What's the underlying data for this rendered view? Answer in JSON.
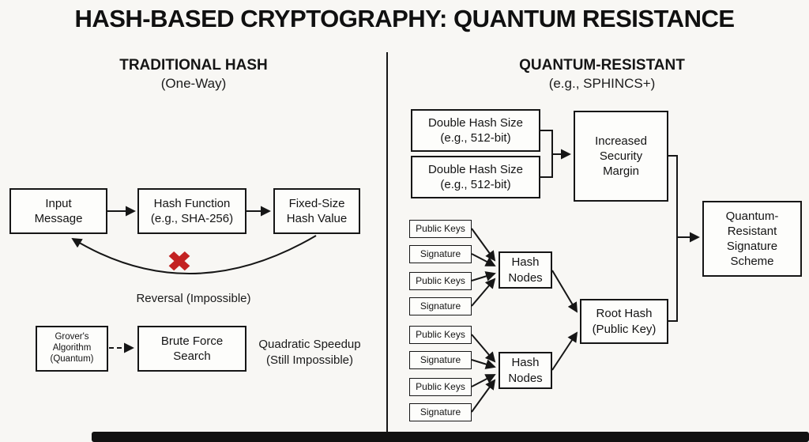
{
  "title": "HASH-BASED CRYPTOGRAPHY: QUANTUM RESISTANCE",
  "left": {
    "heading": "TRADITIONAL HASH",
    "subheading": "(One-Way)",
    "input_box": "Input\nMessage",
    "hash_function_box": "Hash Function\n(e.g., SHA-256)",
    "fixed_size_box": "Fixed-Size\nHash Value",
    "x_icon": "✖",
    "reversal_label": "Reversal (Impossible)",
    "grovers_box": "Grover's\nAlgorithm\n(Quantum)",
    "brute_force_box": "Brute Force\nSearch",
    "speedup_label": "Quadratic Speedup\n(Still Impossible)"
  },
  "right": {
    "heading": "QUANTUM-RESISTANT",
    "subheading": "(e.g., SPHINCS+)",
    "double_hash_1": "Double Hash Size\n(e.g., 512-bit)",
    "double_hash_2": "Double Hash Size\n(e.g., 512-bit)",
    "increased_margin": "Increased\nSecurity\nMargin",
    "leaf_boxes": [
      "Public Keys",
      "Signature",
      "Public Keys",
      "Signature",
      "Public Keys",
      "Signature",
      "Public Keys",
      "Signature"
    ],
    "hash_nodes_1": "Hash\nNodes",
    "hash_nodes_2": "Hash\nNodes",
    "root_hash": "Root Hash\n(Public Key)",
    "signature_scheme": "Quantum-\nResistant\nSignature\nScheme"
  },
  "colors": {
    "line": "#161616",
    "x_red": "#c32222"
  }
}
